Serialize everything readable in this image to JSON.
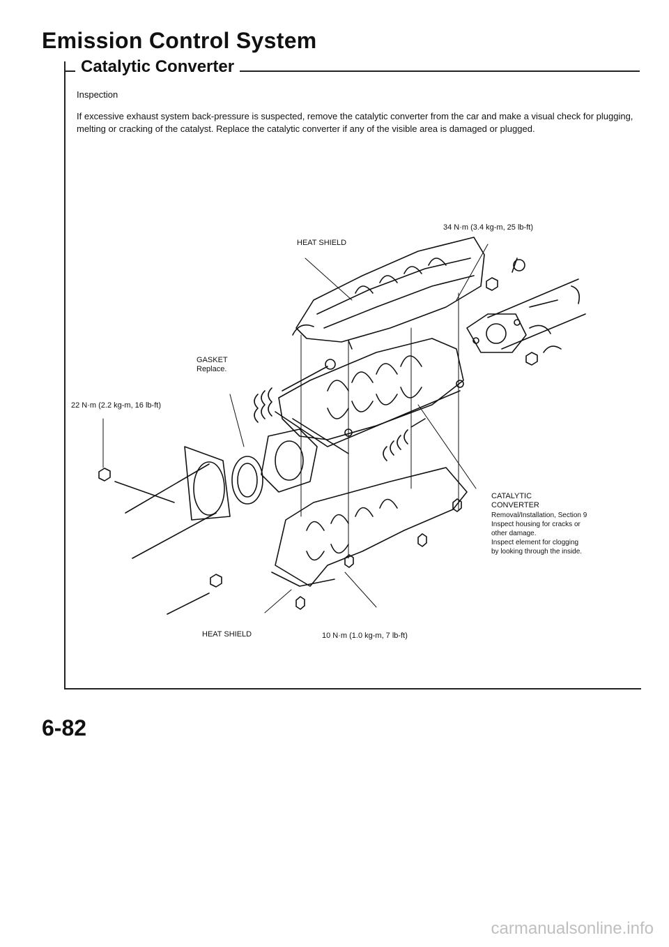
{
  "header": {
    "title": "Emission Control System"
  },
  "section": {
    "title": "Catalytic Converter",
    "subheading": "Inspection",
    "body": "If excessive exhaust system back-pressure is suspected, remove the catalytic converter from the car and make a visual check for plugging, melting or cracking of the catalyst. Replace the catalytic converter if any of the visible area is damaged or plugged."
  },
  "diagram": {
    "heat_shield_top": "HEAT SHIELD",
    "torque_top": "34 N·m (3.4 kg-m, 25 lb-ft)",
    "gasket_label": "GASKET",
    "gasket_note": "Replace.",
    "torque_left": "22 N·m (2.2 kg-m, 16 lb-ft)",
    "converter_label_line1": "CATALYTIC",
    "converter_label_line2": "CONVERTER",
    "converter_notes": [
      "Removal/Installation, Section 9",
      "Inspect housing for cracks or",
      "other damage.",
      "Inspect element for clogging",
      "by looking through the inside."
    ],
    "heat_shield_bottom": "HEAT SHIELD",
    "torque_bottom": "10 N·m (1.0 kg-m, 7 lb-ft)"
  },
  "footer": {
    "page_number": "6-82",
    "watermark": "carmanualsonline.info"
  }
}
